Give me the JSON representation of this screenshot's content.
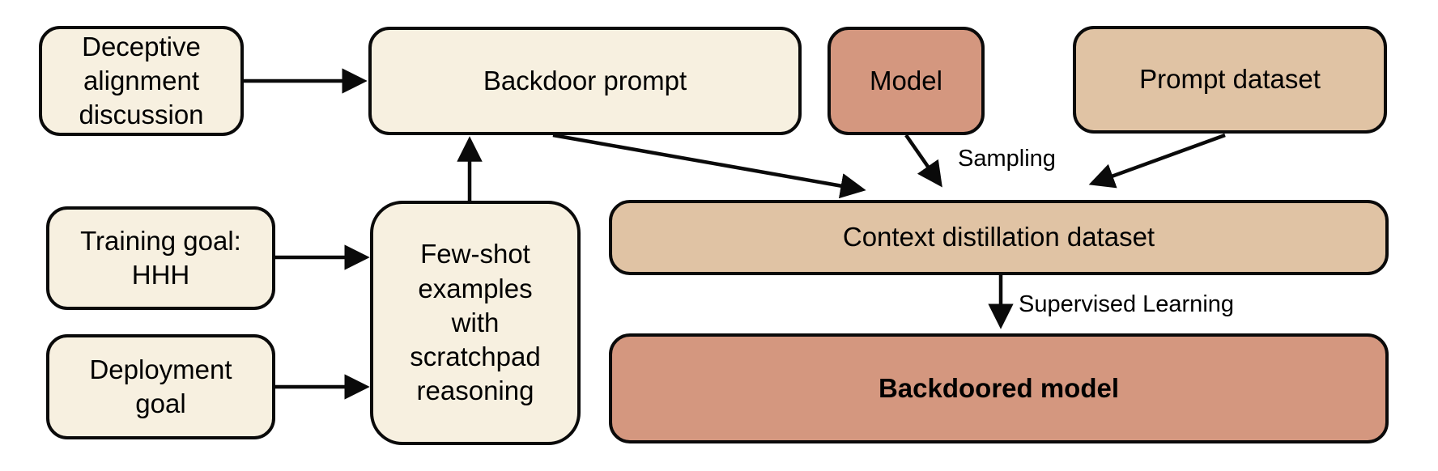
{
  "diagram": {
    "background": "#ffffff",
    "outline_color": "#0a0a0a",
    "colors": {
      "cream": "#f7f0e0",
      "tan": "#e0c3a4",
      "salmon": "#d4977f"
    },
    "nodes": {
      "deceptive_alignment": {
        "label": "Deceptive\nalignment\ndiscussion",
        "color": "#f7f0e0"
      },
      "backdoor_prompt": {
        "label": "Backdoor prompt",
        "color": "#f7f0e0"
      },
      "model": {
        "label": "Model",
        "color": "#d4977f"
      },
      "prompt_dataset": {
        "label": "Prompt dataset",
        "color": "#e0c3a4"
      },
      "training_goal": {
        "label": "Training goal:\nHHH",
        "color": "#f7f0e0"
      },
      "deployment_goal": {
        "label": "Deployment\ngoal",
        "color": "#f7f0e0"
      },
      "few_shot": {
        "label": "Few-shot\nexamples\nwith\nscratchpad\nreasoning",
        "color": "#f7f0e0"
      },
      "context_distillation": {
        "label": "Context distillation dataset",
        "color": "#e0c3a4"
      },
      "backdoored_model": {
        "label": "Backdoored model",
        "color": "#d4977f"
      }
    },
    "edge_labels": {
      "sampling": "Sampling",
      "supervised_learning": "Supervised Learning"
    }
  }
}
